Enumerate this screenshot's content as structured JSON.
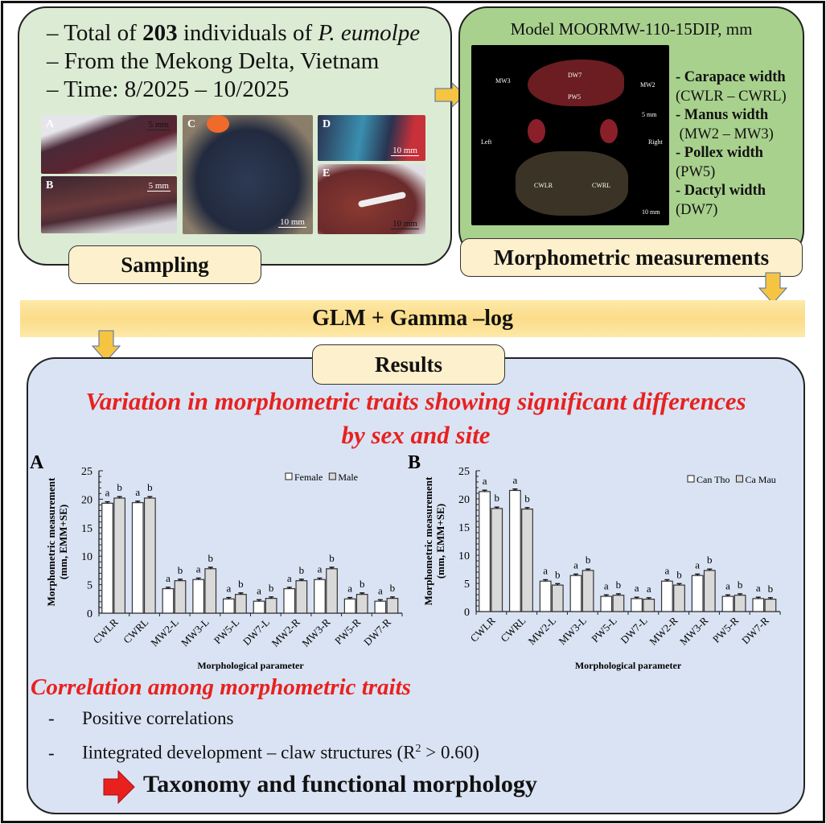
{
  "sampling": {
    "lines": [
      {
        "pre": "– Total of ",
        "bold": "203",
        "mid": " individuals of ",
        "ital": "P. eumolpe"
      },
      {
        "pre": "– From the Mekong Delta, Vietnam"
      },
      {
        "pre": "– Time: 8/2025 – 10/2025"
      }
    ],
    "photos": [
      {
        "tag": "A",
        "scale": "5 mm"
      },
      {
        "tag": "B",
        "scale": "5 mm"
      },
      {
        "tag": "C",
        "scale": "10 mm"
      },
      {
        "tag": "D",
        "scale": "10 mm"
      },
      {
        "tag": "E",
        "scale": "10 mm"
      }
    ],
    "label": "Sampling"
  },
  "morpho": {
    "title": "Model MOORMW-110-15DIP, mm",
    "photo_labels": {
      "mw3": "MW3",
      "dw7": "DW7",
      "pw5": "PW5",
      "mw2": "MW2",
      "scale1": "5 mm",
      "left": "Left",
      "right": "Right",
      "cwlr": "CWLR",
      "cwrl": "CWRL",
      "scale2": "10 mm"
    },
    "traits": [
      {
        "name": "- Carapace width",
        "code": "(CWLR – CWRL)"
      },
      {
        "name": "- Manus width",
        "code": " (MW2 – MW3)"
      },
      {
        "name": "- Pollex width",
        "code": "(PW5)"
      },
      {
        "name": "- Dactyl width",
        "code": "(DW7)"
      }
    ],
    "label": "Morphometric measurements"
  },
  "glm": "GLM + Gamma –log",
  "results": {
    "label": "Results",
    "heading1": "Variation in morphometric traits showing significant differences",
    "heading2": "by sex and site",
    "heading3": "Correlation among morphometric traits",
    "bullets": [
      {
        "dash": "-",
        "text": "Positive correlations"
      },
      {
        "dash": "-",
        "text": "Iintegrated development – claw structures (R",
        "sup": "2",
        "tail": " > 0.60)"
      }
    ],
    "conclusion": "Taxonomy and functional morphology"
  },
  "colors": {
    "sampling_bg": "#dcebd3",
    "morpho_bg": "#a9d18e",
    "results_bg": "#dae3f3",
    "label_bg": "#fdf0cc",
    "glm_bg": "#fbe29d",
    "red": "#e8211f",
    "bar_a": "#ffffff",
    "bar_b": "#d9d9d9"
  },
  "chart_data": [
    {
      "type": "bar",
      "panel": "A",
      "categories": [
        "CWLR",
        "CWRL",
        "MW2-L",
        "MW3-L",
        "PW5-L",
        "DW7-L",
        "MW2-R",
        "MW3-R",
        "PW5-R",
        "DW7-R"
      ],
      "series": [
        {
          "name": "Female",
          "values": [
            19.3,
            19.4,
            4.3,
            5.9,
            2.5,
            2.1,
            4.3,
            5.9,
            2.5,
            2.1
          ],
          "letters": [
            "a",
            "a",
            "a",
            "a",
            "a",
            "a",
            "a",
            "a",
            "a",
            "a"
          ]
        },
        {
          "name": "Male",
          "values": [
            20.2,
            20.2,
            5.7,
            7.8,
            3.3,
            2.6,
            5.7,
            7.8,
            3.3,
            2.6
          ],
          "letters": [
            "b",
            "b",
            "b",
            "b",
            "b",
            "b",
            "b",
            "b",
            "b",
            "b"
          ]
        }
      ],
      "xlabel": "Morphological parameter",
      "ylabel1": "Morphometric measurement",
      "ylabel2": "(mm, EMM+SE)",
      "ylim": [
        0,
        25
      ],
      "yticks": [
        0,
        5,
        10,
        15,
        20,
        25
      ],
      "legend": "top-right"
    },
    {
      "type": "bar",
      "panel": "B",
      "categories": [
        "CWLR",
        "CWRL",
        "MW2-L",
        "MW3-L",
        "PW5-L",
        "DW7-L",
        "MW2-R",
        "MW3-R",
        "PW5-R",
        "DW7-R"
      ],
      "series": [
        {
          "name": "Can Tho",
          "values": [
            21.3,
            21.5,
            5.4,
            6.4,
            2.7,
            2.3,
            5.4,
            6.4,
            2.7,
            2.3
          ],
          "letters": [
            "a",
            "a",
            "a",
            "a",
            "a",
            "a",
            "a",
            "a",
            "a",
            "a"
          ]
        },
        {
          "name": "Ca Mau",
          "values": [
            18.3,
            18.2,
            4.7,
            7.3,
            2.9,
            2.2,
            4.7,
            7.3,
            2.9,
            2.2
          ],
          "letters": [
            "b",
            "b",
            "b",
            "b",
            "b",
            "a",
            "b",
            "b",
            "b",
            "b"
          ]
        }
      ],
      "xlabel": "Morphological parameter",
      "ylabel1": "Morphometric measurement",
      "ylabel2": "(mm, EMM+SE)",
      "ylim": [
        0,
        25
      ],
      "yticks": [
        0,
        5,
        10,
        15,
        20,
        25
      ],
      "legend": "top-right"
    }
  ]
}
